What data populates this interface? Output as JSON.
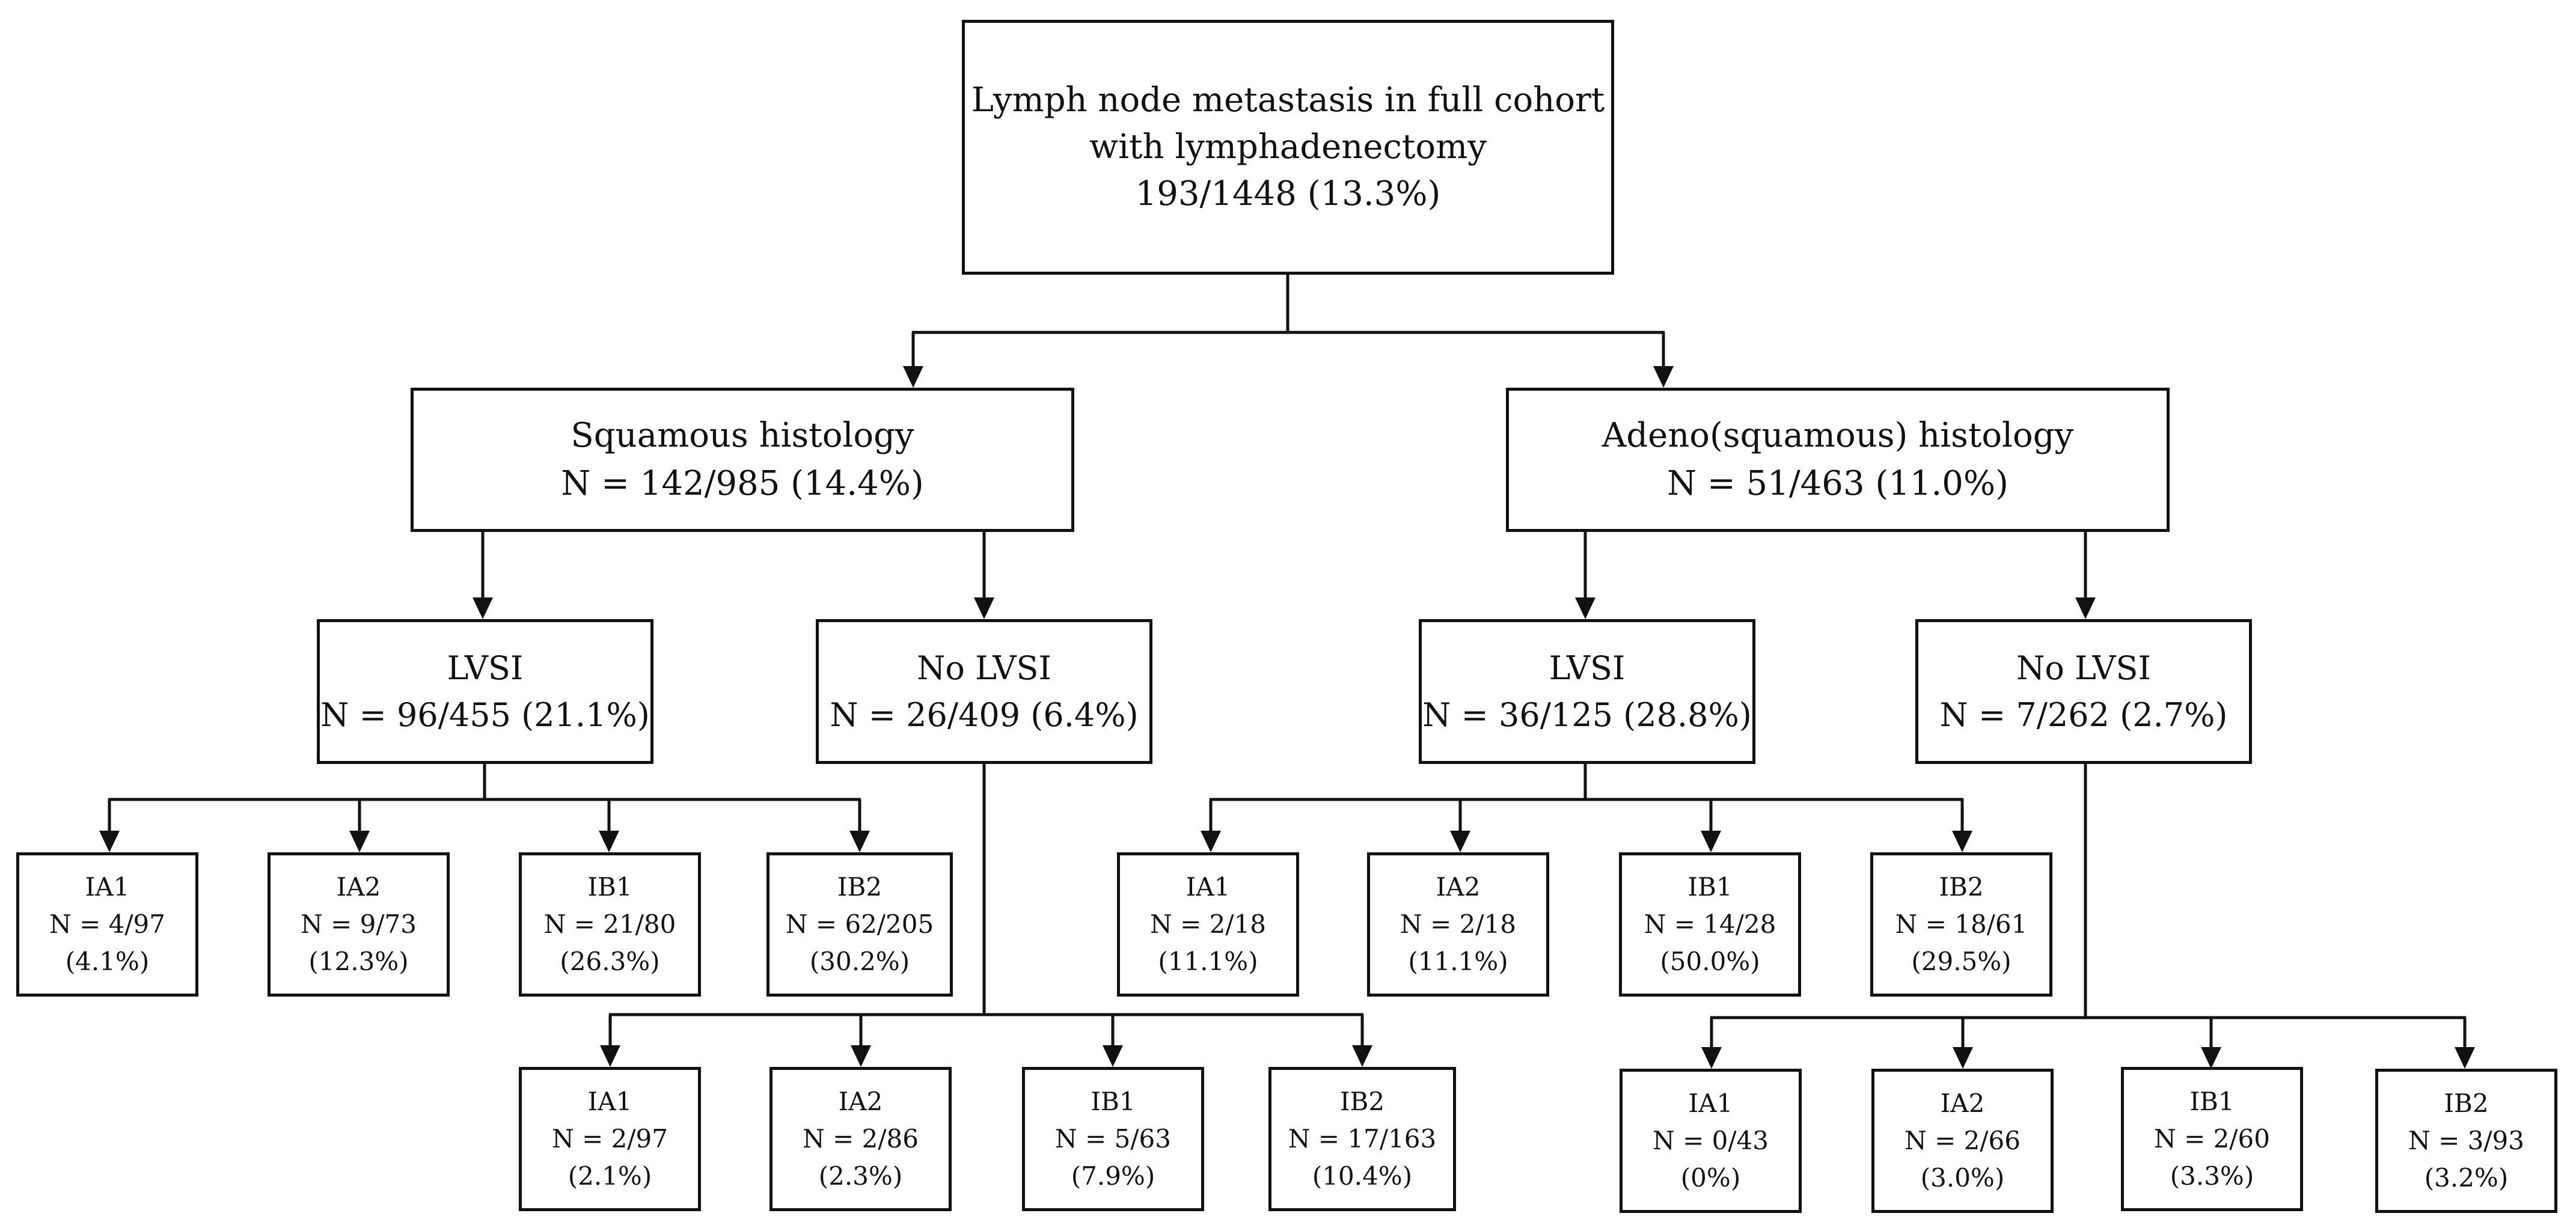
{
  "root": {
    "line1": "Lymph node metastasis in full cohort",
    "line2": "with lymphadenectomy",
    "line3": "193/1448 (13.3%)"
  },
  "squamous": {
    "title": "Squamous histology",
    "n": "N = 142/985 (14.4%)",
    "lvsi": {
      "title": "LVSI",
      "n": "N = 96/455 (21.1%)",
      "stages": [
        {
          "label": "IA1",
          "n": "N = 4/97",
          "pct": "(4.1%)"
        },
        {
          "label": "IA2",
          "n": "N = 9/73",
          "pct": "(12.3%)"
        },
        {
          "label": "IB1",
          "n": "N = 21/80",
          "pct": "(26.3%)"
        },
        {
          "label": "IB2",
          "n": "N = 62/205",
          "pct": "(30.2%)"
        }
      ]
    },
    "no_lvsi": {
      "title": "No LVSI",
      "n": "N = 26/409 (6.4%)",
      "stages": [
        {
          "label": "IA1",
          "n": "N = 2/97",
          "pct": "(2.1%)"
        },
        {
          "label": "IA2",
          "n": "N = 2/86",
          "pct": "(2.3%)"
        },
        {
          "label": "IB1",
          "n": "N = 5/63",
          "pct": "(7.9%)"
        },
        {
          "label": "IB2",
          "n": "N = 17/163",
          "pct": "(10.4%)"
        }
      ]
    }
  },
  "adeno": {
    "title": "Adeno(squamous) histology",
    "n": "N = 51/463 (11.0%)",
    "lvsi": {
      "title": "LVSI",
      "n": "N = 36/125 (28.8%)",
      "stages": [
        {
          "label": "IA1",
          "n": "N = 2/18",
          "pct": "(11.1%)"
        },
        {
          "label": "IA2",
          "n": "N = 2/18",
          "pct": "(11.1%)"
        },
        {
          "label": "IB1",
          "n": "N = 14/28",
          "pct": "(50.0%)"
        },
        {
          "label": "IB2",
          "n": "N = 18/61",
          "pct": "(29.5%)"
        }
      ]
    },
    "no_lvsi": {
      "title": "No LVSI",
      "n": "N = 7/262 (2.7%)",
      "stages": [
        {
          "label": "IA1",
          "n": "N = 0/43",
          "pct": "(0%)"
        },
        {
          "label": "IA2",
          "n": "N = 2/66",
          "pct": "(3.0%)"
        },
        {
          "label": "IB1",
          "n": "N = 2/60",
          "pct": "(3.3%)"
        },
        {
          "label": "IB2",
          "n": "N = 3/93",
          "pct": "(3.2%)"
        }
      ]
    }
  }
}
